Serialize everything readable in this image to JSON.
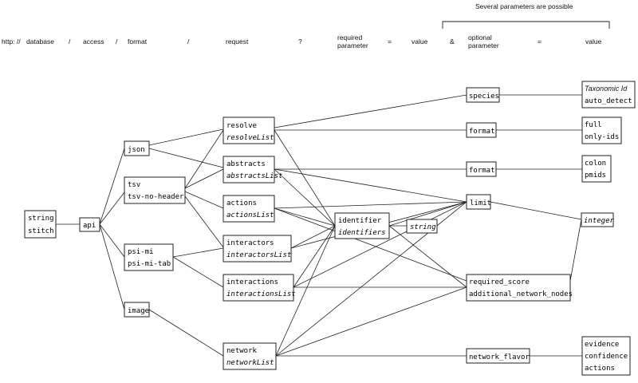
{
  "url_bar": {
    "protocol": "http: //",
    "database": "database",
    "sep1": "/",
    "access": "access",
    "sep2": "/",
    "format": "format",
    "sep3": "/",
    "request": "request",
    "question": "?",
    "required_parameter": [
      "required",
      "parameter"
    ],
    "eq1": "=",
    "value1": "value",
    "amp": "&",
    "optional_parameter": [
      "optional",
      "parameter"
    ],
    "eq2": "=",
    "value2": "value",
    "several_note": "Several parameters are possible"
  },
  "nodes": {
    "database": [
      "string",
      "stitch"
    ],
    "access": [
      "api"
    ],
    "fmt_json": [
      "json"
    ],
    "fmt_tsv": [
      "tsv",
      "tsv-no-header"
    ],
    "fmt_psi": [
      "psi-mi",
      "psi-mi-tab"
    ],
    "fmt_image": [
      "image"
    ],
    "req_resolve": [
      "resolve",
      "resolveList"
    ],
    "req_abstracts": [
      "abstracts",
      "abstractsList"
    ],
    "req_actions": [
      "actions",
      "actionsList"
    ],
    "req_interactors": [
      "interactors",
      "interactorsList"
    ],
    "req_interactions": [
      "interactions",
      "interactionsList"
    ],
    "req_network": [
      "network",
      "networkList"
    ],
    "param_identifier": [
      "identifier",
      "identifiers"
    ],
    "val_string": [
      "string"
    ],
    "opt_species": [
      "species"
    ],
    "opt_format1": [
      "format"
    ],
    "opt_format2": [
      "format"
    ],
    "opt_limit": [
      "limit"
    ],
    "opt_required_score": [
      "required_score",
      "additional_network_nodes"
    ],
    "opt_network_flavor": [
      "network_flavor"
    ],
    "val_taxonomic": [
      "Taxonomic Id",
      "auto_detect"
    ],
    "val_full": [
      "full",
      "only-ids"
    ],
    "val_colon": [
      "colon",
      "pmids"
    ],
    "val_integer": [
      "integer"
    ],
    "val_evidence": [
      "evidence",
      "confidence",
      "actions"
    ]
  }
}
